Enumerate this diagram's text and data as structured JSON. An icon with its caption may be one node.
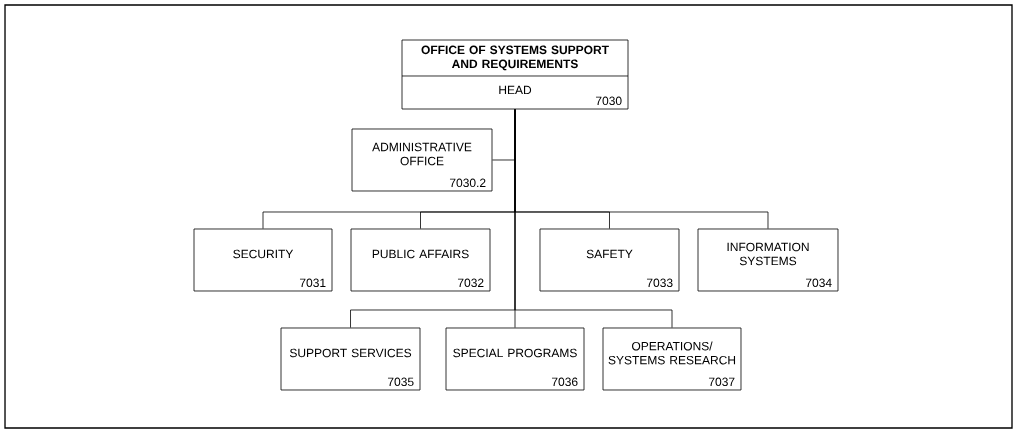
{
  "diagram": {
    "nodes": [
      {
        "text": [
          "OFFICE OF SYSTEMS SUPPORT AND REQUIREMENTS",
          "HEAD",
          "7030"
        ]
      },
      {
        "text": [
          "ADMINISTRATIVE OFFICE",
          "7030.2"
        ]
      },
      {
        "text": [
          "SECURITY",
          "7031"
        ]
      },
      {
        "text": [
          "PUBLIC AFFAIRS",
          "7032"
        ]
      },
      {
        "text": [
          "SAFETY",
          "7033"
        ]
      },
      {
        "text": [
          "INFORMATION SYSTEMS",
          "7034"
        ]
      },
      {
        "text": [
          "SUPPORT SERVICES",
          "7035"
        ]
      },
      {
        "text": [
          "SPECIAL PROGRAMS",
          "7036"
        ]
      },
      {
        "text": [
          "OPERATIONS/ SYSTEMS RESEARCH",
          "7037"
        ]
      }
    ],
    "edges": [
      {
        "from": 0,
        "to": 1,
        "arrow": "none"
      },
      {
        "from": 0,
        "to": 2,
        "arrow": "none"
      },
      {
        "from": 0,
        "to": 3,
        "arrow": "none"
      },
      {
        "from": 0,
        "to": 4,
        "arrow": "none"
      },
      {
        "from": 0,
        "to": 5,
        "arrow": "none"
      },
      {
        "from": 0,
        "to": 6,
        "arrow": "none"
      },
      {
        "from": 0,
        "to": 7,
        "arrow": "none"
      },
      {
        "from": 0,
        "to": 8,
        "arrow": "none"
      }
    ]
  }
}
